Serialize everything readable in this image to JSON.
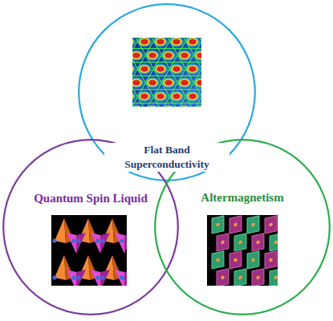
{
  "diagram": {
    "nodes": [
      {
        "text": [
          "Flat Band Superconductivity"
        ]
      },
      {
        "text": [
          "Quantum Spin Liquid"
        ]
      },
      {
        "text": [
          "Altermagnetism"
        ]
      }
    ]
  }
}
